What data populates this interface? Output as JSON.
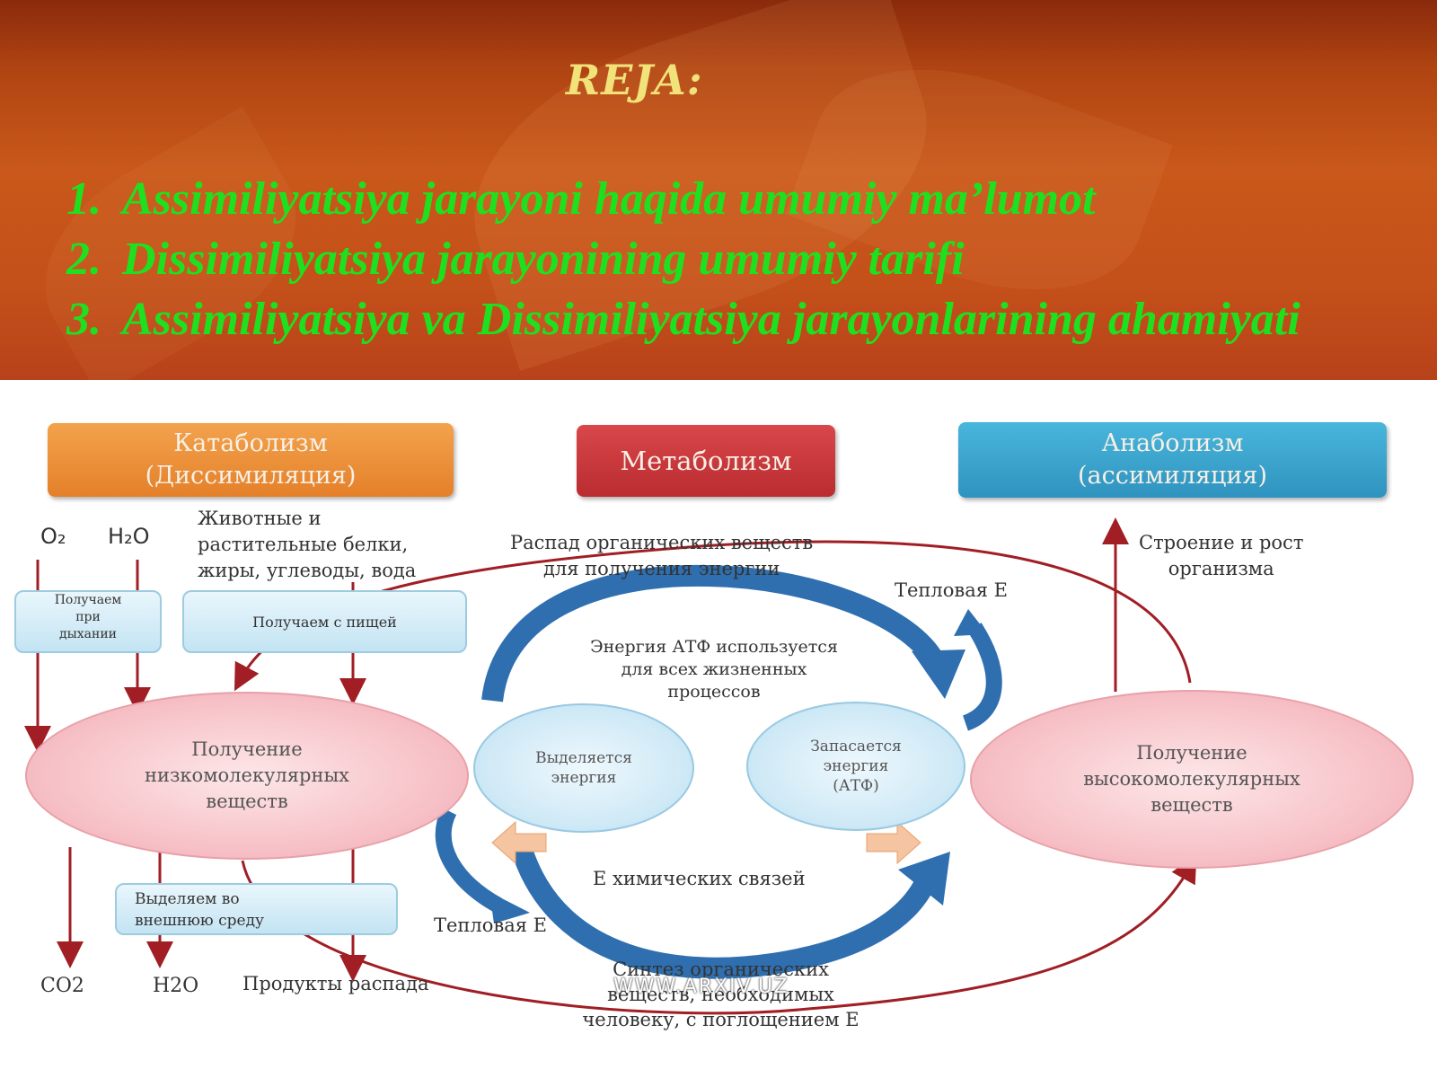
{
  "header": {
    "title": "REJA:",
    "items": [
      {
        "num": "1.",
        "text": "Assimiliyatsiya jarayoni haqida umumiy ma’lumot"
      },
      {
        "num": "2.",
        "text": "Dissimiliyatsiya jarayonining umumiy tarifi"
      },
      {
        "num": "3.",
        "text": "Assimiliyatsiya va Dissimiliyatsiya jarayonlarining ahamiyati"
      }
    ]
  },
  "diagram": {
    "catabolism": {
      "line1": "Катаболизм",
      "line2": "(Диссимиляция)"
    },
    "metabolism": "Метаболизм",
    "anabolism": {
      "line1": "Анаболизм",
      "line2": "(ассимиляция)"
    },
    "o2": "O₂",
    "h2o_in": "H₂O",
    "food_sources": [
      "Животные и",
      "растительные белки,",
      "жиры, углеводы, вода"
    ],
    "breakdown": [
      "Распад органических веществ",
      "для получения энергии"
    ],
    "growth": [
      "Строение и рост",
      "организма"
    ],
    "breathing": [
      "Получаем",
      "при",
      "дыхании"
    ],
    "from_food": "Получаем с пищей",
    "heat_top": "Тепловая Е",
    "atp_use": [
      "Энергия АТФ используется",
      "для всех жизненных",
      "процессов"
    ],
    "low_mol": [
      "Получение",
      "низкомолекулярных",
      "веществ"
    ],
    "energy_released": [
      "Выделяется",
      "энергия"
    ],
    "energy_stored": [
      "Запасается",
      "энергия",
      "(АТФ)"
    ],
    "high_mol": [
      "Получение",
      "высокомолекулярных",
      "веществ"
    ],
    "chem_bonds": "Е химических связей",
    "excrete": [
      "Выделяем во",
      "внешнюю среду"
    ],
    "heat_bottom": "Тепловая Е",
    "co2": "CO2",
    "h2o_out": "H2O",
    "decay_products": "Продукты распада",
    "synthesis": [
      "Синтез органических",
      "веществ, необходимых",
      "человеку, с поглощением Е"
    ],
    "watermark": "WWW.ARXIV.UZ"
  },
  "colors": {
    "catabolism": "#ec8a2c",
    "metabolism": "#cc3a3a",
    "anabolism": "#3aa6cc",
    "arrow_red": "#a01e24",
    "cycle_blue": "#2f6fb0",
    "plan_green": "#1fe01f",
    "title_yellow": "#f2e27a"
  }
}
